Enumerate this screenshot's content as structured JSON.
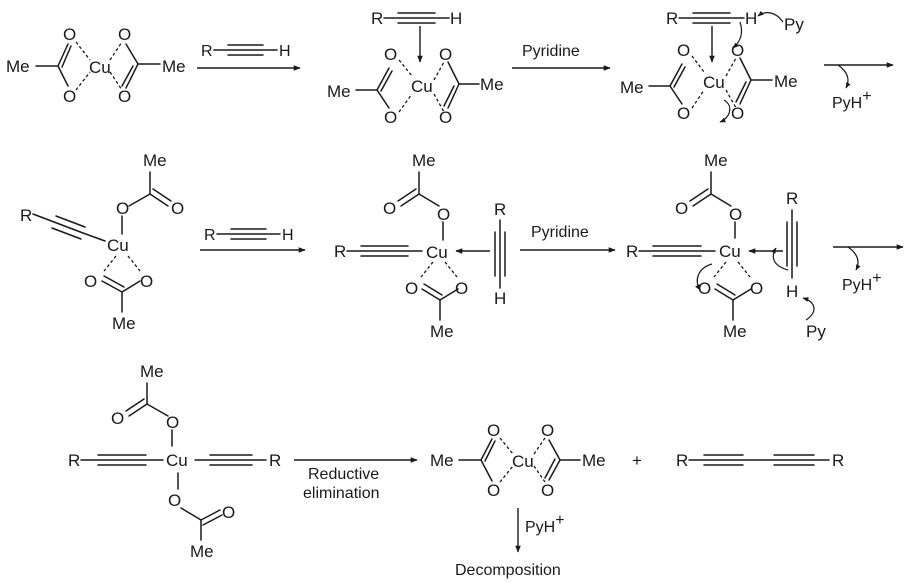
{
  "atoms": {
    "me": "Me",
    "o": "O",
    "cu": "Cu",
    "r": "R",
    "h": "H",
    "py": "Py"
  },
  "reagents": {
    "alkyne_r": "R",
    "alkyne_h": "H",
    "pyridine": "Pyridine",
    "pyh": "PyH",
    "plus_charge": "+",
    "reductive_line1": "Reductive",
    "reductive_line2": "elimination",
    "plus": "+",
    "decomposition": "Decomposition"
  }
}
